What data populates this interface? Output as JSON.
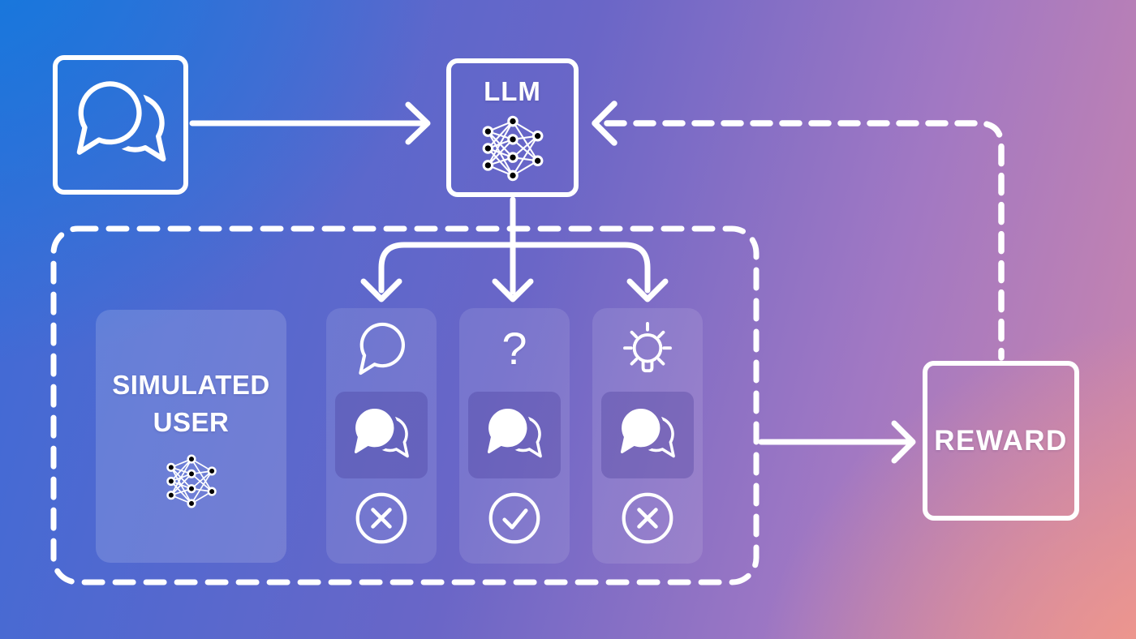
{
  "diagram": {
    "description": "LLM reinforcement loop with simulated user feedback and reward signal",
    "nodes": {
      "user_input": {
        "icon": "chat-bubbles-icon"
      },
      "llm": {
        "label": "LLM",
        "icon": "neural-network-icon"
      },
      "reward": {
        "label": "REWARD"
      },
      "simulated_user": {
        "label": "SIMULATED USER",
        "icon": "neural-network-icon"
      }
    },
    "responses": [
      {
        "name": "response-chat",
        "top_icon": "speech-bubble-icon",
        "body_icon": "chat-bubbles-filled-icon",
        "verdict": "rejected",
        "verdict_icon": "cross-circle-icon"
      },
      {
        "name": "response-question",
        "top_icon": "question-mark",
        "symbol": "?",
        "body_icon": "chat-bubbles-filled-icon",
        "verdict": "accepted",
        "verdict_icon": "check-circle-icon"
      },
      {
        "name": "response-idea",
        "top_icon": "lightbulb-icon",
        "body_icon": "chat-bubbles-filled-icon",
        "verdict": "rejected",
        "verdict_icon": "cross-circle-icon"
      }
    ],
    "edges": [
      {
        "from": "user-input",
        "to": "llm",
        "style": "solid-arrow"
      },
      {
        "from": "llm",
        "to": "responses",
        "style": "solid-branching-arrows"
      },
      {
        "from": "simulation-container",
        "to": "reward",
        "style": "solid-arrow"
      },
      {
        "from": "reward",
        "to": "llm",
        "style": "dashed-arrow"
      }
    ],
    "colors": {
      "background_top_left": "#1478d8",
      "background_bottom_left": "#4466d8",
      "background_center": "#6f63c0",
      "background_top_right": "#ab79bc",
      "background_bottom_right": "#e8929b",
      "line": "#ffffff"
    }
  }
}
